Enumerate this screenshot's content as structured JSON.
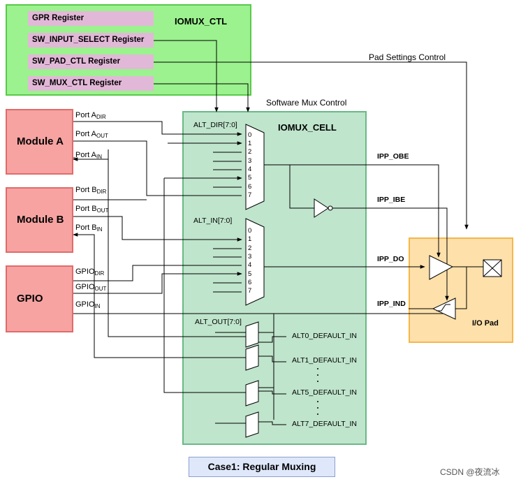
{
  "iomux_ctl": {
    "title": "IOMUX_CTL",
    "registers": [
      "GPR Register",
      "SW_INPUT_SELECT Register",
      "SW_PAD_CTL Register",
      "SW_MUX_CTL Register"
    ]
  },
  "labels": {
    "pad_settings_control": "Pad Settings Control",
    "software_mux_control": "Software Mux Control"
  },
  "iomux_cell": {
    "title": "IOMUX_CELL",
    "alt_dir": "ALT_DIR[7:0]",
    "alt_in": "ALT_IN[7:0]",
    "alt_out": "ALT_OUT[7:0]",
    "mux_inputs": [
      "0",
      "1",
      "2",
      "3",
      "4",
      "5",
      "6",
      "7"
    ]
  },
  "modules": [
    {
      "name": "Module A",
      "dir": {
        "base": "Port A",
        "sub": "DIR"
      },
      "out": {
        "base": "Port A",
        "sub": "OUT"
      },
      "in": {
        "base": "Port A",
        "sub": "IN"
      }
    },
    {
      "name": "Module B",
      "dir": {
        "base": "Port B",
        "sub": "DIR"
      },
      "out": {
        "base": "Port B",
        "sub": "OUT"
      },
      "in": {
        "base": "Port B",
        "sub": "IN"
      }
    },
    {
      "name": "GPIO",
      "dir": {
        "base": "GPIO",
        "sub": "DIR"
      },
      "out": {
        "base": "GPIO",
        "sub": "OUT"
      },
      "in": {
        "base": "GPIO",
        "sub": "IN"
      }
    }
  ],
  "signals": {
    "ipp_obe": "IPP_OBE",
    "ipp_ibe": "IPP_IBE",
    "ipp_do": "IPP_DO",
    "ipp_ind": "IPP_IND"
  },
  "default_ins": [
    "ALT0_DEFAULT_IN",
    "ALT1_DEFAULT_IN",
    "ALT5_DEFAULT_IN",
    "ALT7_DEFAULT_IN"
  ],
  "io_pad": {
    "label": "I/O Pad"
  },
  "caption": "Case1: Regular Muxing",
  "watermark": "CSDN @夜流冰"
}
